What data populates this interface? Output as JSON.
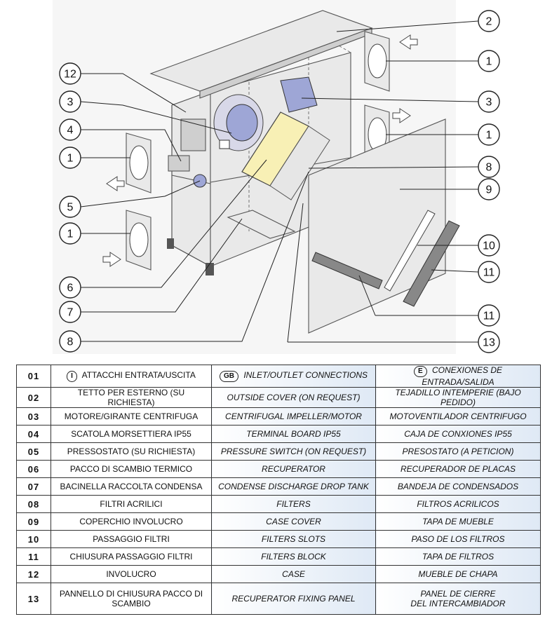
{
  "callouts": [
    {
      "id": "c2",
      "label": "2"
    },
    {
      "id": "c1a",
      "label": "1"
    },
    {
      "id": "c3r",
      "label": "3"
    },
    {
      "id": "c1b",
      "label": "1"
    },
    {
      "id": "c8r",
      "label": "8"
    },
    {
      "id": "c9",
      "label": "9"
    },
    {
      "id": "c10",
      "label": "10"
    },
    {
      "id": "c11a",
      "label": "11"
    },
    {
      "id": "c11b",
      "label": "11"
    },
    {
      "id": "c13",
      "label": "13"
    },
    {
      "id": "c12",
      "label": "12"
    },
    {
      "id": "c3l",
      "label": "3"
    },
    {
      "id": "c4",
      "label": "4"
    },
    {
      "id": "c1c",
      "label": "1"
    },
    {
      "id": "c5",
      "label": "5"
    },
    {
      "id": "c1d",
      "label": "1"
    },
    {
      "id": "c6",
      "label": "6"
    },
    {
      "id": "c7",
      "label": "7"
    },
    {
      "id": "c8l",
      "label": "8"
    }
  ],
  "legend": {
    "header": {
      "code": "01",
      "it_badge": "I",
      "it": "ATTACCHI ENTRATA/USCITA",
      "en_badge": "GB",
      "en": "INLET/OUTLET CONNECTIONS",
      "es_badge": "E",
      "es": "CONEXIONES DE ENTRADA/SALIDA"
    },
    "rows": [
      {
        "code": "02",
        "it": "TETTO PER ESTERNO (SU RICHIESTA)",
        "en": "OUTSIDE COVER (ON REQUEST)",
        "es": "TEJADILLO INTEMPERIE (BAJO PEDIDO)"
      },
      {
        "code": "03",
        "it": "MOTORE/GIRANTE CENTRIFUGA",
        "en": "CENTRIFUGAL IMPELLER/MOTOR",
        "es": "MOTOVENTILADOR CENTRIFUGO"
      },
      {
        "code": "04",
        "it": "SCATOLA MORSETTIERA IP55",
        "en": "TERMINAL BOARD IP55",
        "es": "CAJA DE CONXIONES IP55"
      },
      {
        "code": "05",
        "it": "PRESSOSTATO (SU RICHIESTA)",
        "en": "PRESSURE SWITCH (ON REQUEST)",
        "es": "PRESOSTATO (A PETICION)"
      },
      {
        "code": "06",
        "it": "PACCO DI SCAMBIO TERMICO",
        "en": "RECUPERATOR",
        "es": "RECUPERADOR DE PLACAS"
      },
      {
        "code": "07",
        "it": "BACINELLA RACCOLTA CONDENSA",
        "en": "CONDENSE DISCHARGE DROP TANK",
        "es": "BANDEJA DE CONDENSADOS"
      },
      {
        "code": "08",
        "it": "FILTRI ACRILICI",
        "en": "FILTERS",
        "es": "FILTROS ACRILICOS"
      },
      {
        "code": "09",
        "it": "COPERCHIO INVOLUCRO",
        "en": "CASE COVER",
        "es": "TAPA DE MUEBLE"
      },
      {
        "code": "10",
        "it": "PASSAGGIO FILTRI",
        "en": "FILTERS SLOTS",
        "es": "PASO DE LOS FILTROS"
      },
      {
        "code": "11",
        "it": "CHIUSURA PASSAGGIO FILTRI",
        "en": "FILTERS BLOCK",
        "es": "TAPA DE FILTROS"
      },
      {
        "code": "12",
        "it": "INVOLUCRO",
        "en": "CASE",
        "es": "MUEBLE DE CHAPA"
      }
    ],
    "last": {
      "code": "13",
      "it_1": "PANNELLO DI CHIUSURA PACCO DI",
      "it_2": "SCAMBIO",
      "en": "RECUPERATOR FIXING PANEL",
      "es_1": "PANEL DE CIERRE",
      "es_2": "DEL INTERCAMBIADOR"
    }
  }
}
